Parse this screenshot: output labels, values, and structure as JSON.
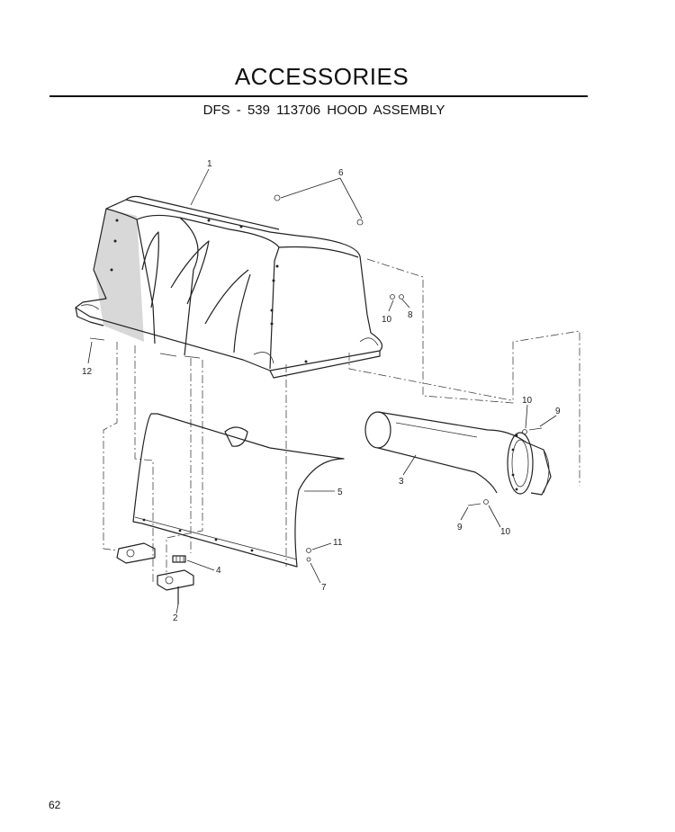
{
  "page": {
    "title": "ACCESSORIES",
    "subtitle": "DFS - 539 113706    HOOD  ASSEMBLY",
    "page_number": "62"
  },
  "callouts": [
    "1",
    "6",
    "10",
    "8",
    "12",
    "10",
    "9",
    "3",
    "5",
    "9",
    "10",
    "11",
    "4",
    "7",
    "2"
  ]
}
